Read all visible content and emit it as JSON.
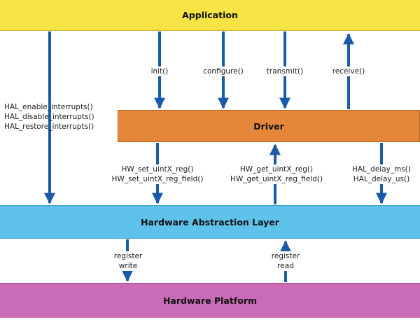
{
  "layers": {
    "application": "Application",
    "driver": "Driver",
    "hal": "Hardware Abstraction Layer",
    "hardware_platform": "Hardware Platform"
  },
  "labels": {
    "hal_enable": "HAL_enable_interrupts()",
    "hal_disable": "HAL_disable_interrupts()",
    "hal_restore": "HAL_restore_interrupts()",
    "init": "init()",
    "configure": "configure()",
    "transmit": "transmit()",
    "receive": "receive()",
    "hw_set_reg": "HW_set_uintX_reg()",
    "hw_set_reg_field": "HW_set_uintX_reg_field()",
    "hw_get_reg": "HW_get_uintX_reg()",
    "hw_get_reg_field": "HW_get_uintX_reg_field()",
    "hal_delay_ms": "HAL_delay_ms()",
    "hal_delay_us": "HAL_delay_us()",
    "register_write_1": "register",
    "register_write_2": "write",
    "register_read_1": "register",
    "register_read_2": "read"
  },
  "colors": {
    "application": "#f6e444",
    "driver": "#e4873a",
    "hal": "#5ec2ea",
    "hardware_platform": "#c96bb7",
    "arrow": "#1a5aa8"
  }
}
